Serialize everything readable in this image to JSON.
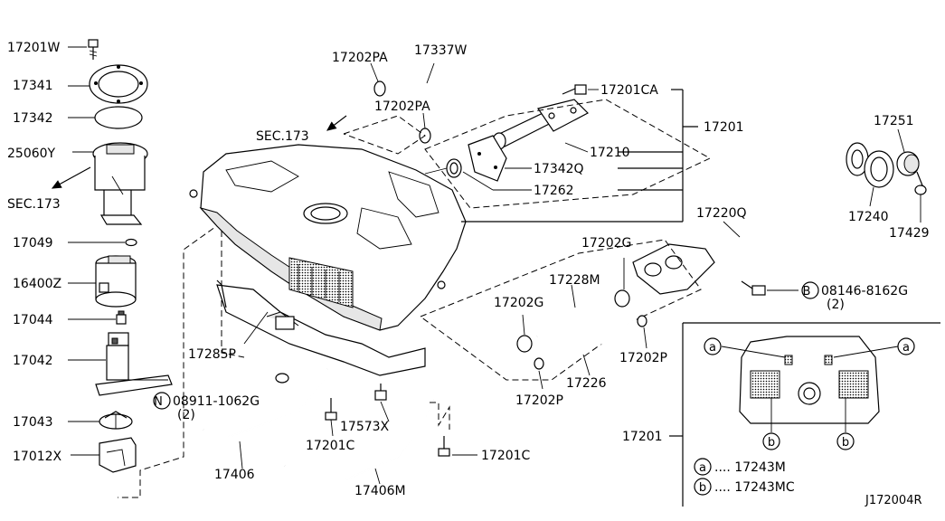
{
  "diagram": {
    "labels": {
      "17201W": "17201W",
      "17341": "17341",
      "17342": "17342",
      "25060Y": "25060Y",
      "sec173_left": "SEC.173",
      "17049": "17049",
      "16400Z": "16400Z",
      "17044": "17044",
      "17042": "17042",
      "17043": "17043",
      "17012X": "17012X",
      "17202PA_top": "17202PA",
      "17337W": "17337W",
      "17202PA_mid": "17202PA",
      "sec173_mid": "SEC.173",
      "17201CA": "17201CA",
      "17201_top": "17201",
      "17210": "17210",
      "17342Q": "17342Q",
      "17262": "17262",
      "17251": "17251",
      "17220Q": "17220Q",
      "17240": "17240",
      "17429": "17429",
      "17202G_upper": "17202G",
      "17228M": "17228M",
      "17202G_lower": "17202G",
      "bolt_08146": "08146-8162G",
      "bolt_08146_qty": "(2)",
      "bolt_08146_prefix": "B",
      "17285P": "17285P",
      "17202P_right": "17202P",
      "17226": "17226",
      "17202P_lower": "17202P",
      "nut_08911": "08911-1062G",
      "nut_08911_qty": "(2)",
      "nut_08911_prefix": "N",
      "17573X": "17573X",
      "17201C_left": "17201C",
      "17201C_right": "17201C",
      "17406": "17406",
      "17406M": "17406M",
      "17201_inset": "17201"
    },
    "inset": {
      "marker_a": "a",
      "marker_b": "b",
      "legend_a": ".... 17243M",
      "legend_b": ".... 17243MC"
    },
    "diagram_id": "J172004R"
  }
}
